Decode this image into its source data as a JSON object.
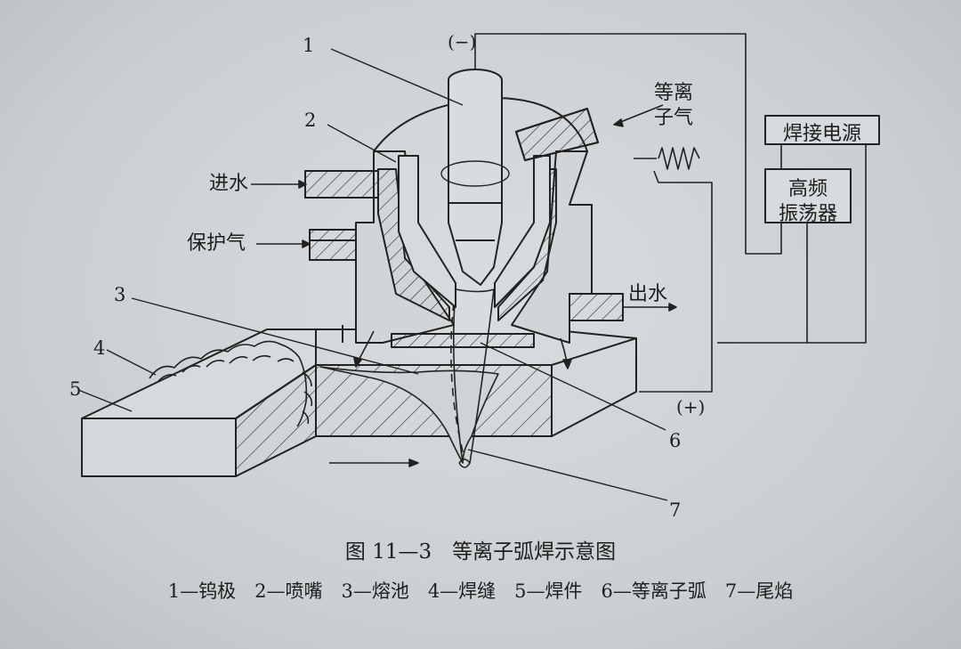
{
  "diagram": {
    "callouts": {
      "n1": "1",
      "n2": "2",
      "n3": "3",
      "n4": "4",
      "n5": "5",
      "n6": "6",
      "n7": "7"
    },
    "labels": {
      "cathode": "(−)",
      "anode": "(+)",
      "plasma_gas_line1": "等离",
      "plasma_gas_line2": "子气",
      "water_in": "进水",
      "shield_gas": "保护气",
      "water_out": "出水"
    },
    "boxes": {
      "power_supply": "焊接电源",
      "hf_line1": "高频",
      "hf_line2": "振荡器"
    }
  },
  "caption": {
    "title": "图 11—3　等离子弧焊示意图",
    "legend": "1—钨极　2—喷嘴　3—熔池　4—焊缝　5—焊件　6—等离子弧　7—尾焰"
  }
}
